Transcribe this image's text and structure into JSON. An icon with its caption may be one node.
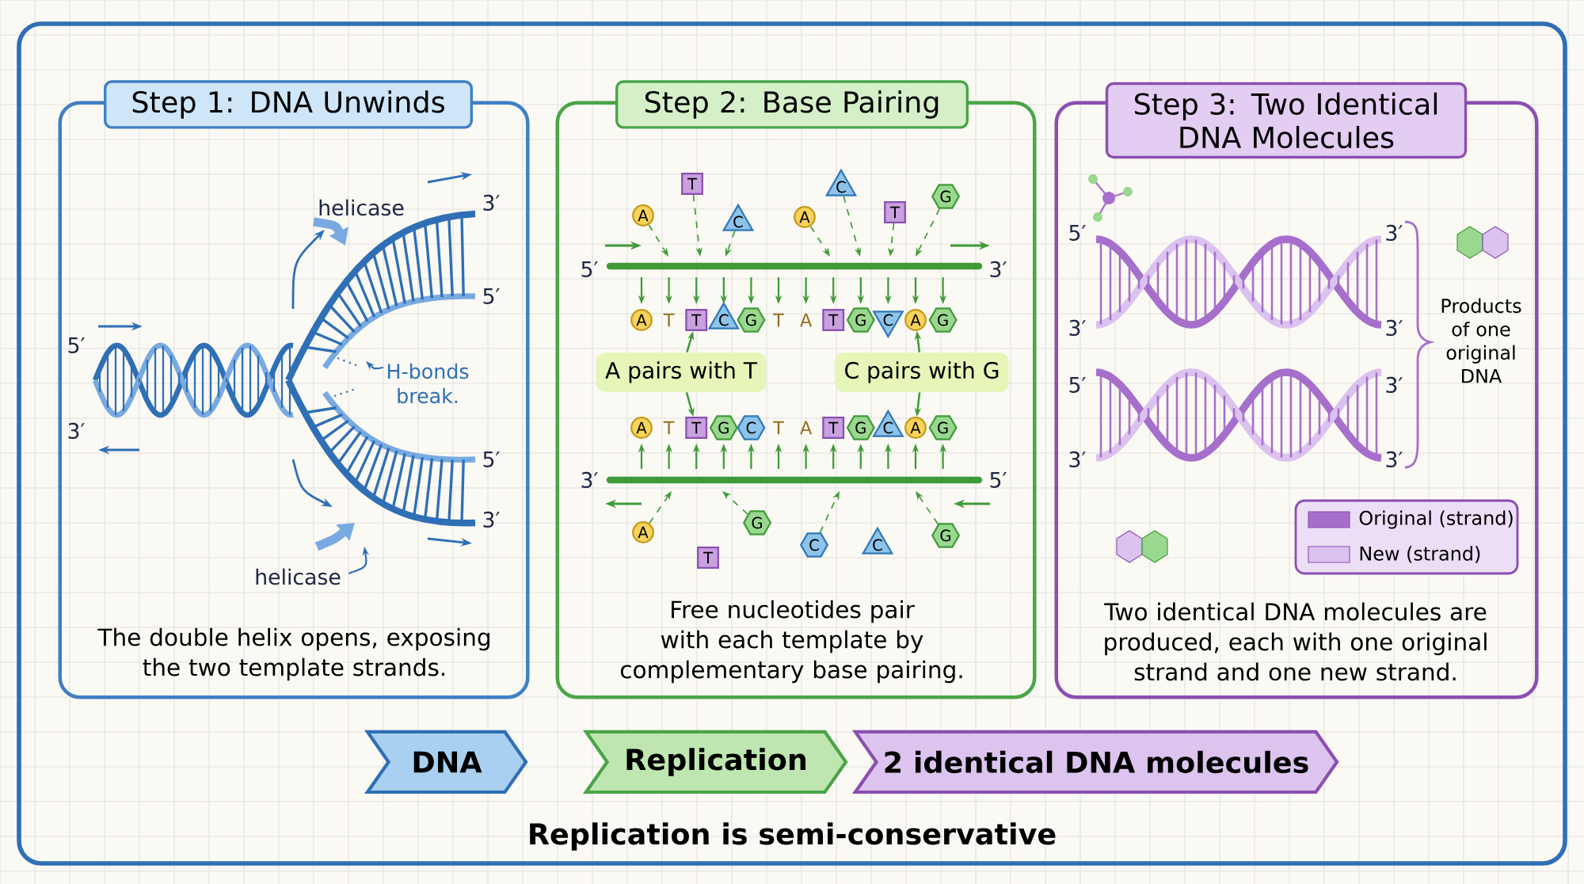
{
  "diagram": {
    "nodes": [
      {
        "text": [
          "Step 1: DNA Unwinds",
          "The double helix opens, exposing the two template strands."
        ]
      },
      {
        "text": [
          "Step 2: Base Pairing",
          "Free nucleotides pair with each template by complementary base pairing."
        ]
      },
      {
        "text": [
          "Step 3: Two Identical DNA Molecules",
          "Two identical DNA molecules are produced, each with one original strand and one new strand."
        ]
      },
      {
        "text": [
          "A pairs with T"
        ],
        "in": 1
      },
      {
        "text": [
          "C pairs with G"
        ],
        "in": 1
      },
      {
        "text": [
          "DNA"
        ]
      },
      {
        "text": [
          "Replication"
        ]
      },
      {
        "text": [
          "2 identical DNA molecules"
        ]
      },
      {
        "text": [
          "A"
        ],
        "in": 1
      },
      {
        "text": [
          "T"
        ],
        "in": 1
      },
      {
        "text": [
          "C"
        ],
        "in": 1
      },
      {
        "text": [
          "A"
        ],
        "in": 1
      },
      {
        "text": [
          "C"
        ],
        "in": 1
      },
      {
        "text": [
          "T"
        ],
        "in": 1
      },
      {
        "text": [
          "G"
        ],
        "in": 1
      },
      {
        "text": [
          "A"
        ],
        "in": 1
      },
      {
        "text": [
          "T"
        ],
        "in": 1
      },
      {
        "text": [
          "C"
        ],
        "in": 1
      },
      {
        "text": [
          "G"
        ],
        "in": 1
      },
      {
        "text": [
          "T"
        ],
        "in": 1
      },
      {
        "text": [
          "G"
        ],
        "in": 1
      },
      {
        "text": [
          "C"
        ],
        "in": 1
      },
      {
        "text": [
          "A"
        ],
        "in": 1
      },
      {
        "text": [
          "G"
        ],
        "in": 1
      },
      {
        "text": [
          "A"
        ],
        "in": 1
      },
      {
        "text": [
          "T"
        ],
        "in": 1
      },
      {
        "text": [
          "G"
        ],
        "in": 1
      },
      {
        "text": [
          "C"
        ],
        "in": 1
      },
      {
        "text": [
          "T"
        ],
        "in": 1
      },
      {
        "text": [
          "G"
        ],
        "in": 1
      },
      {
        "text": [
          "C"
        ],
        "in": 1
      },
      {
        "text": [
          "A"
        ],
        "in": 1
      },
      {
        "text": [
          "G"
        ],
        "in": 1
      },
      {
        "text": [
          "A"
        ],
        "in": 1
      },
      {
        "text": [
          "T"
        ],
        "in": 1
      },
      {
        "text": [
          "G"
        ],
        "in": 1
      },
      {
        "text": [
          "C"
        ],
        "in": 1
      },
      {
        "text": [
          "C"
        ],
        "in": 1
      },
      {
        "text": [
          "G"
        ],
        "in": 1
      }
    ],
    "edges": [
      {
        "from": 3,
        "to": 16,
        "arrow": "to"
      },
      {
        "from": 3,
        "to": 25,
        "arrow": "to"
      },
      {
        "from": 4,
        "to": 22,
        "arrow": "to"
      },
      {
        "from": 4,
        "to": 31,
        "arrow": "to"
      },
      {
        "from": 8,
        "to": null,
        "arrow": "to",
        "style": "dashed"
      },
      {
        "from": 9,
        "to": null,
        "arrow": "to",
        "style": "dashed"
      },
      {
        "from": 10,
        "to": null,
        "arrow": "to",
        "style": "dashed"
      },
      {
        "from": 11,
        "to": null,
        "arrow": "to",
        "style": "dashed"
      },
      {
        "from": 12,
        "to": null,
        "arrow": "to",
        "style": "dashed"
      },
      {
        "from": 13,
        "to": null,
        "arrow": "to",
        "style": "dashed"
      },
      {
        "from": 14,
        "to": null,
        "arrow": "to",
        "style": "dashed"
      },
      {
        "from": 33,
        "to": null,
        "arrow": "to",
        "style": "dashed"
      },
      {
        "from": 35,
        "to": null,
        "arrow": "to",
        "style": "dashed"
      },
      {
        "from": 36,
        "to": null,
        "arrow": "to",
        "style": "dashed"
      },
      {
        "from": 38,
        "to": null,
        "arrow": "to",
        "style": "dashed"
      }
    ],
    "labels": [
      "helicase",
      "5′",
      "3′",
      "3′",
      "5′",
      "H-bonds break.",
      "5′",
      "3′",
      "helicase",
      "5′",
      "3′",
      "T",
      "T",
      "A",
      "T",
      "T",
      "A",
      "3′",
      "5′",
      "5′",
      "3′",
      "3′",
      "3′",
      "5′",
      "3′",
      "3′",
      "3′",
      "Products of one original DNA",
      "Replication is semi-conservative"
    ],
    "legend": [
      {
        "text": "Original (strand)",
        "color": "#a66fcc"
      },
      {
        "text": "New (strand)",
        "color": "#dcc2ef"
      }
    ]
  }
}
